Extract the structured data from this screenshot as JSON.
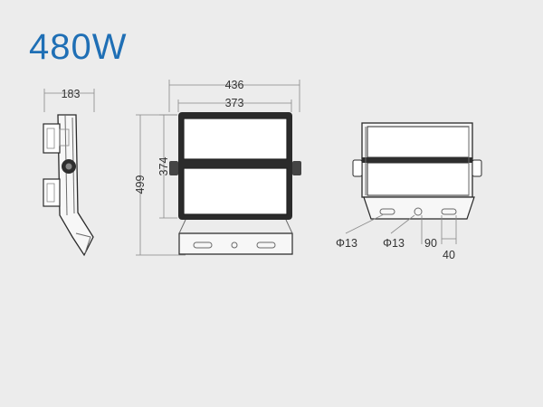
{
  "title": "480W",
  "side_view": {
    "width_label": "183"
  },
  "front_view": {
    "width_outer_label": "436",
    "width_inner_label": "373",
    "height_outer_label": "499",
    "height_inner_label": "374"
  },
  "back_view": {
    "hole_label_1": "Φ13",
    "hole_label_2": "Φ13",
    "slot_label_1": "90",
    "slot_label_2": "40"
  },
  "colors": {
    "title": "#1f6fb5",
    "background": "#ececec",
    "line": "#333333"
  }
}
